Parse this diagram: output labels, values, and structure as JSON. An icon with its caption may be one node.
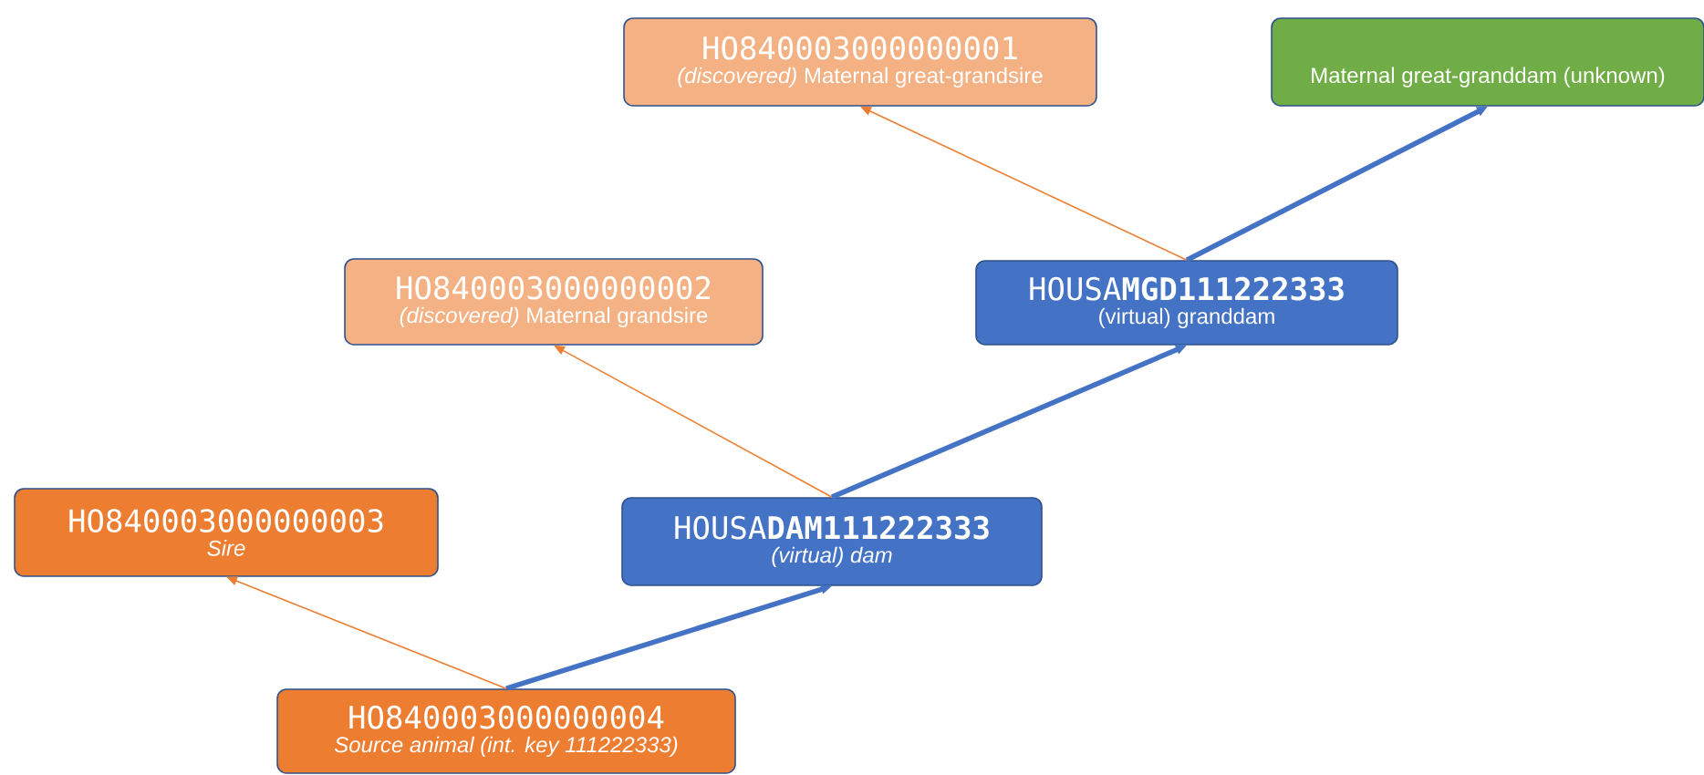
{
  "diagram": {
    "nodes": [
      {
        "text": [
          "HO840003000000001",
          "*(discovered)* Maternal great-grandsire"
        ]
      },
      {
        "text": [
          "Maternal great-granddam (unknown)"
        ]
      },
      {
        "text": [
          "HOUSA**MGD111222333**",
          "(virtual) granddam"
        ]
      },
      {
        "text": [
          "HO840003000000002",
          "*(discovered)* Maternal grandsire"
        ]
      },
      {
        "text": [
          "HOUSA**DAM111222333**",
          "(virtual) dam"
        ]
      },
      {
        "text": [
          "HO840003000000003",
          "Sire"
        ]
      },
      {
        "text": [
          "HO840003000000004",
          "Source animal (int. key 111222333)"
        ]
      }
    ],
    "edges": [
      {
        "from": 6,
        "to": 5,
        "arrow": "to",
        "color": "#ed7d31"
      },
      {
        "from": 6,
        "to": 4,
        "arrow": "to",
        "style": "thick",
        "color": "#4472c4"
      },
      {
        "from": 4,
        "to": 3,
        "arrow": "to",
        "color": "#ed7d31"
      },
      {
        "from": 4,
        "to": 2,
        "arrow": "to",
        "style": "thick",
        "color": "#4472c4"
      },
      {
        "from": 2,
        "to": 0,
        "arrow": "to",
        "color": "#ed7d31"
      },
      {
        "from": 2,
        "to": 1,
        "arrow": "to",
        "style": "thick",
        "color": "#4472c4"
      }
    ]
  }
}
